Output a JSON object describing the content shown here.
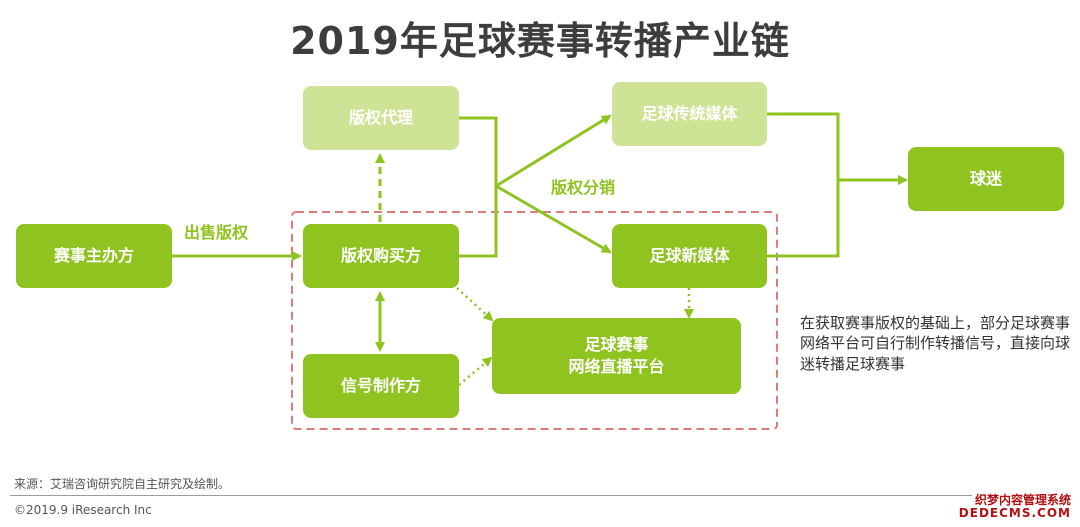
{
  "title": "2019年足球赛事转播产业链",
  "nodes": {
    "organizer": "赛事主办方",
    "copyright_agent": "版权代理",
    "copyright_buyer": "版权购买方",
    "signal_producer": "信号制作方",
    "traditional_media": "足球传统媒体",
    "new_media": "足球新媒体",
    "live_platform_line1": "足球赛事",
    "live_platform_line2": "网络直播平台",
    "fans": "球迷"
  },
  "labels": {
    "sell_rights": "出售版权",
    "distribute_rights": "版权分销"
  },
  "note": "在获取赛事版权的基础上，部分足球赛事网络平台可自行制作转播信号，直接向球迷转播足球赛事",
  "footer": {
    "source": "来源：艾瑞咨询研究院自主研究及绘制。",
    "copyright": "©2019.9 iResearch Inc"
  },
  "watermark": {
    "line1": "织梦内容管理系统",
    "line2": "DEDECMS.COM"
  },
  "colors": {
    "primary": "#8fc31f",
    "light": "#cfe396",
    "dashed_box": "#e07b7b",
    "title": "#3d3d3d"
  }
}
